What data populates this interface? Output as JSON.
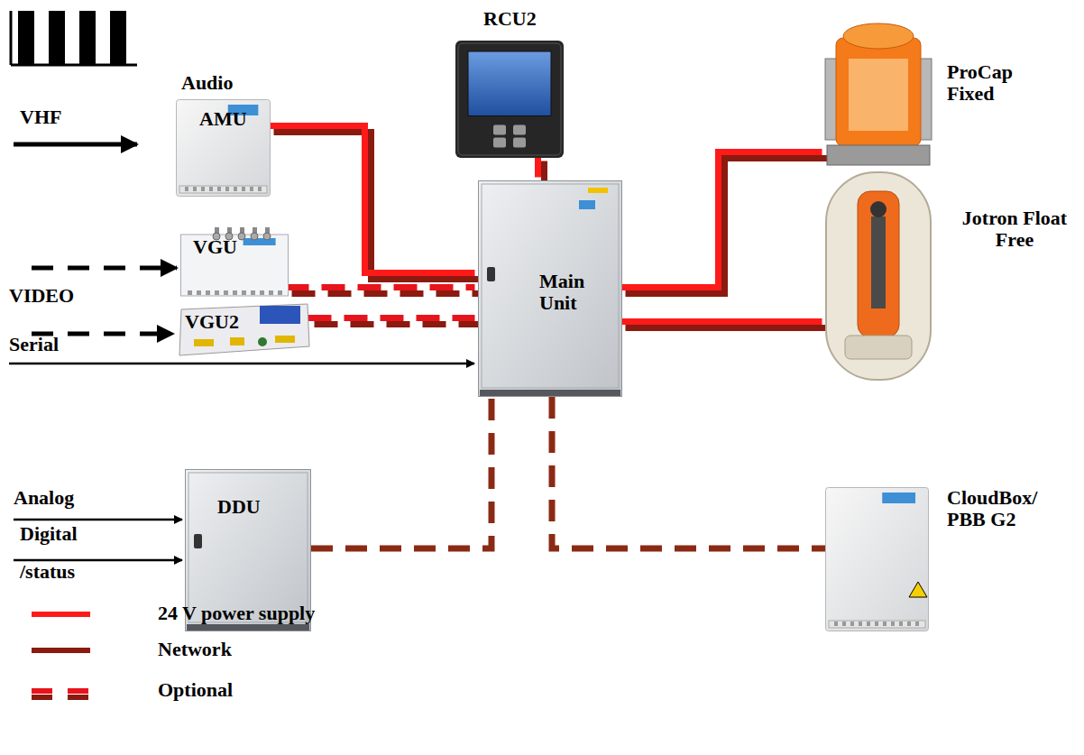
{
  "diagram": {
    "nodes": [
      {
        "text": [
          "Audio",
          "AMU"
        ]
      },
      {
        "text": [
          "RCU2"
        ]
      },
      {
        "text": [
          "ProCap Fixed"
        ]
      },
      {
        "text": [
          "VGU"
        ]
      },
      {
        "text": [
          "VGU2"
        ]
      },
      {
        "text": [
          "Main Unit"
        ]
      },
      {
        "text": [
          "Jotron Float Free"
        ]
      },
      {
        "text": [
          "DDU"
        ]
      },
      {
        "text": [
          "CloudBox/ PBB G2"
        ]
      }
    ],
    "edges": [
      {
        "from": 0,
        "to": 5,
        "arrow": "none"
      },
      {
        "from": 1,
        "to": 5,
        "arrow": "none"
      },
      {
        "from": 3,
        "to": 5,
        "arrow": "none"
      },
      {
        "from": 4,
        "to": 5,
        "arrow": "none"
      },
      {
        "from": 5,
        "to": 2,
        "arrow": "none"
      },
      {
        "from": 5,
        "to": 6,
        "arrow": "none"
      },
      {
        "from": 7,
        "to": 5,
        "arrow": "none"
      },
      {
        "from": 5,
        "to": 8,
        "arrow": "none"
      }
    ],
    "labels": [
      "VHF",
      "VIDEO",
      "Serial",
      "Analog",
      "Digital /status"
    ],
    "legend": [
      {
        "text": "24 V power supply"
      },
      {
        "text": "Network"
      },
      {
        "text": "Optional"
      }
    ]
  }
}
